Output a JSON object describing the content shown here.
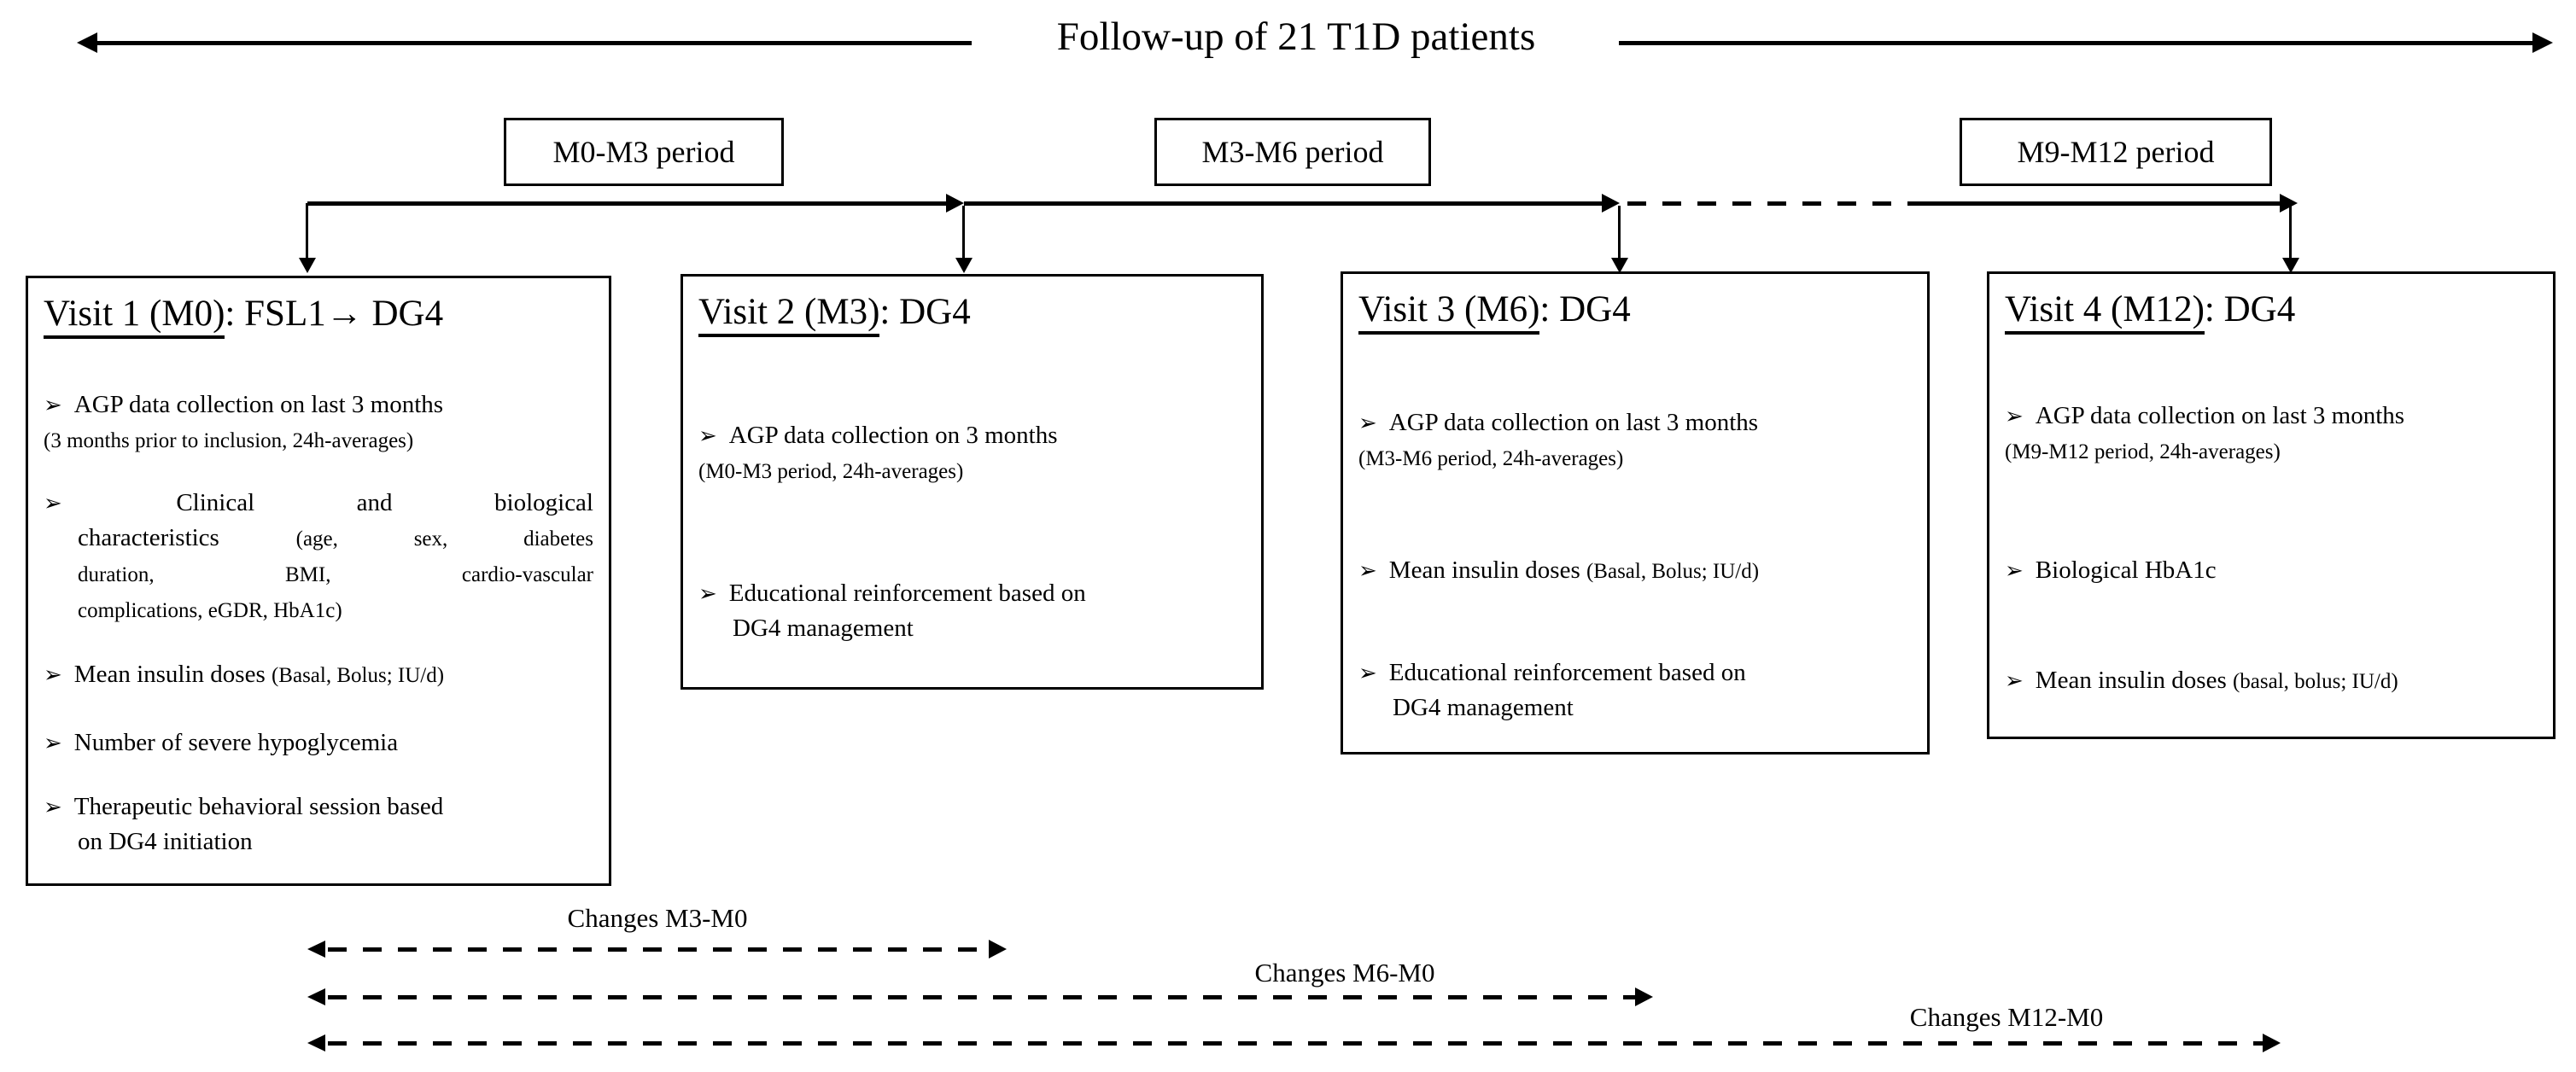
{
  "colors": {
    "ink": "#000000",
    "paper": "#ffffff"
  },
  "glyphs": {
    "bullet": "➢"
  },
  "title": {
    "text": "Follow-up of 21 T1D patients"
  },
  "periods": [
    {
      "label": "M0-M3 period"
    },
    {
      "label": "M3-M6 period"
    },
    {
      "label": "M9-M12 period"
    }
  ],
  "visits": [
    {
      "head": {
        "underline": "Visit 1 (M0)",
        "after": ": FSL1",
        "arrow": "→",
        "tail": " DG4"
      },
      "bullets": [
        {
          "m": "AGP data collection on last 3 months \n",
          "p": "(3 months prior to inclusion, 24h-averages)"
        },
        {
          "justified_lines": [
            {
              "a": "Clinical and biological",
              "b": ""
            },
            {
              "a": "characteristics ",
              "b": "(age, sex, diabetes"
            },
            {
              "a": "",
              "b": "duration, BMI, cardio-vascular"
            },
            {
              "a": "",
              "b": "complications, eGDR, HbA1c)"
            }
          ]
        },
        {
          "m": "Mean insulin doses ",
          "p": "(Basal, Bolus; IU/d)"
        },
        {
          "m": "Number of severe hypoglycemia",
          "p": ""
        },
        {
          "m": "Therapeutic behavioral session based\non DG4 initiation",
          "p": ""
        }
      ]
    },
    {
      "head": {
        "underline": "Visit 2 (M3)",
        "after": ": DG4",
        "arrow": "",
        "tail": ""
      },
      "bullets": [
        {
          "m": "AGP data collection on 3 months \n",
          "p": "(M0-M3 period, 24h-averages)"
        },
        {
          "m": "Educational reinforcement based on\nDG4 management",
          "p": ""
        }
      ]
    },
    {
      "head": {
        "underline": "Visit 3 (M6)",
        "after": ": DG4",
        "arrow": "",
        "tail": ""
      },
      "bullets": [
        {
          "m": "AGP data collection on last 3 months \n",
          "p": "(M3-M6 period, 24h-averages)"
        },
        {
          "m": "Mean insulin doses ",
          "p": "(Basal, Bolus; IU/d)"
        },
        {
          "m": "Educational reinforcement based on\nDG4 management",
          "p": ""
        }
      ]
    },
    {
      "head": {
        "underline": "Visit 4 (M12)",
        "after": ": DG4",
        "arrow": "",
        "tail": ""
      },
      "bullets": [
        {
          "m": "AGP data collection on last 3 months \n",
          "p": "(M9-M12 period, 24h-averages)"
        },
        {
          "m": "Biological HbA1c",
          "p": ""
        },
        {
          "m": "Mean insulin doses ",
          "p": "(basal, bolus; IU/d)"
        }
      ]
    }
  ],
  "changes": [
    {
      "label": "Changes M3-M0"
    },
    {
      "label": "Changes M6-M0"
    },
    {
      "label": "Changes M12-M0"
    }
  ]
}
